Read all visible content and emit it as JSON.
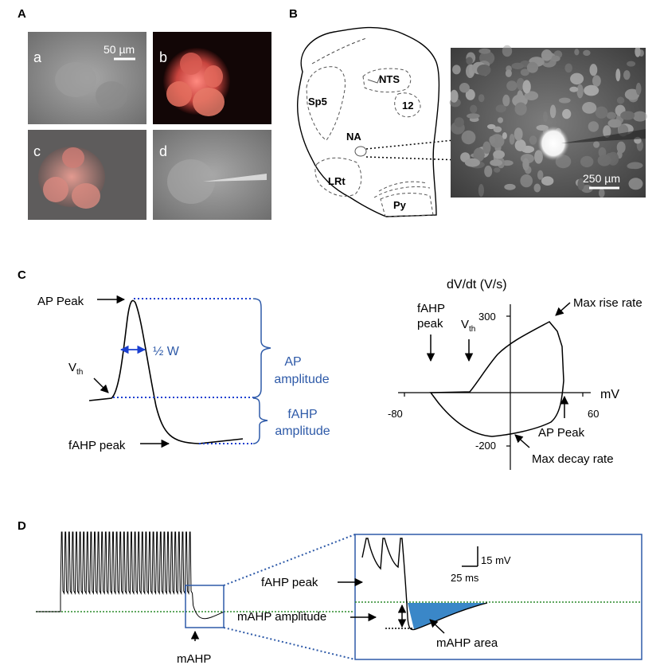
{
  "panels": {
    "A": {
      "letter": "A",
      "subpanels": [
        "a",
        "b",
        "c",
        "d"
      ],
      "scalebar": "50 µm"
    },
    "B": {
      "letter": "B",
      "regions": [
        "Sp5",
        "NTS",
        "12",
        "NA",
        "LRt",
        "Py"
      ],
      "scalebar": "250 µm"
    },
    "C": {
      "letter": "C",
      "ap_peak": "AP Peak",
      "half_width": "½ W",
      "vth": "V",
      "vth_sub": "th",
      "ap_amplitude_1": "AP",
      "ap_amplitude_2": "amplitude",
      "fahp_amplitude_1": "fAHP",
      "fahp_amplitude_2": "amplitude",
      "fahp_peak": "fAHP peak",
      "phase": {
        "ylabel": "dV/dt (V/s)",
        "xlabel": "mV",
        "y_ticks": [
          "300",
          "-200"
        ],
        "x_ticks": [
          "-80",
          "60"
        ],
        "max_rise": "Max rise rate",
        "max_decay": "Max decay rate",
        "fahp_peak_1": "fAHP",
        "fahp_peak_2": "peak",
        "vth": "V",
        "vth_sub": "th",
        "ap_peak": "AP Peak"
      }
    },
    "D": {
      "letter": "D",
      "mahp": "mAHP",
      "fahp_peak": "fAHP peak",
      "mahp_amplitude": "mAHP amplitude",
      "mahp_area": "mAHP area",
      "scale_v": "15 mV",
      "scale_t": "25 ms"
    }
  },
  "colors": {
    "blue_text": "#2e5aa8",
    "dotted_green": "#2a8a2a",
    "area_fill": "#3a87c8"
  }
}
